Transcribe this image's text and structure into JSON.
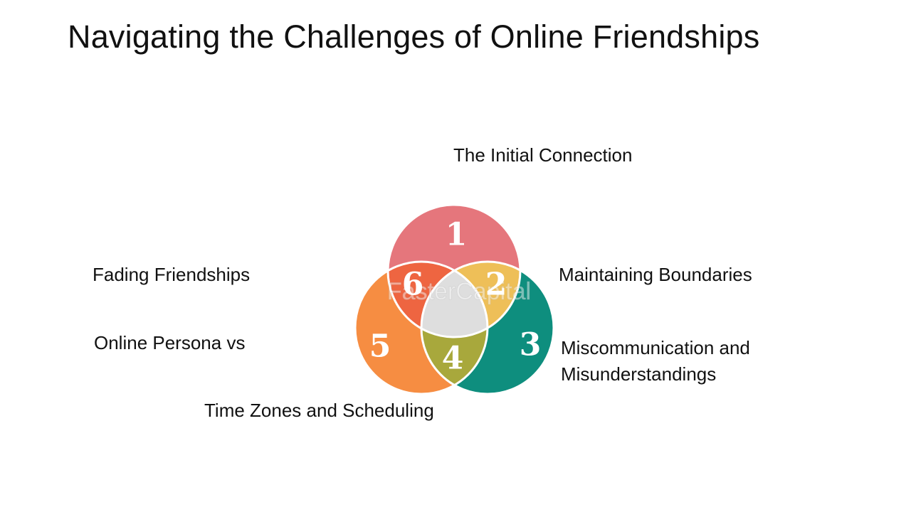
{
  "title": "Navigating the Challenges of Online Friendships",
  "watermark": "FasterCapital",
  "colors": {
    "circle_top": "#E5767C",
    "circle_right": "#0E8E7E",
    "circle_left": "#F68D42",
    "overlap_top_left": "#EE6541",
    "overlap_top_right": "#EEBF58",
    "overlap_bottom": "#A8A83C",
    "center": "#DEDEDE",
    "outline": "#ffffff"
  },
  "segments": [
    {
      "number": "1",
      "label_lines": [
        "The Initial Connection"
      ]
    },
    {
      "number": "2",
      "label_lines": [
        "Maintaining Boundaries"
      ]
    },
    {
      "number": "3",
      "label_lines": [
        "Miscommunication and",
        "Misunderstandings"
      ]
    },
    {
      "number": "4",
      "label_lines": [
        "Time Zones and Scheduling"
      ]
    },
    {
      "number": "5",
      "label_lines": [
        "Online Persona vs"
      ]
    },
    {
      "number": "6",
      "label_lines": [
        "Fading Friendships"
      ]
    }
  ]
}
